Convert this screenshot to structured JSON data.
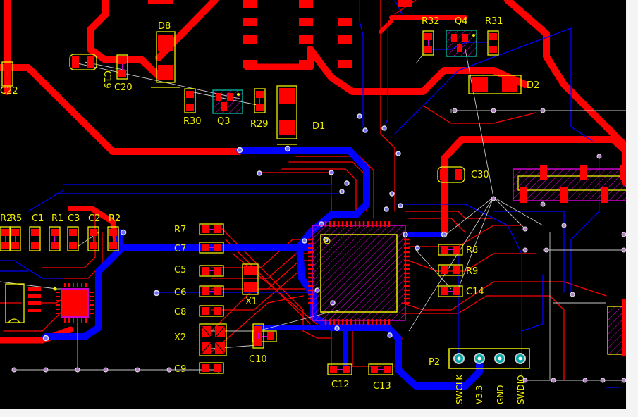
{
  "view": "pcb-layout",
  "colors": {
    "background": "#000000",
    "top_copper": "#ff0000",
    "bottom_copper": "#0000ff",
    "silkscreen": "#f0f000",
    "ratsnest": "#c8c8c8",
    "via_ring": "#d0d0d0",
    "component_body": "#cc00cc",
    "header_pad": "#00a8a8"
  },
  "designators": {
    "R2": "R2",
    "C22": "C22",
    "C19": "C19",
    "C20": "C20",
    "D8": "D8",
    "R30": "R30",
    "Q3": "Q3",
    "R29": "R29",
    "D1": "D1",
    "R32": "R32",
    "Q4": "Q4",
    "R31": "R31",
    "D2": "D2",
    "C30": "C30",
    "R5": "R5",
    "C1": "C1",
    "R1": "R1",
    "C3": "C3",
    "C2": "C2",
    "R7": "R7",
    "C7": "C7",
    "C5": "C5",
    "C6": "C6",
    "C8": "C8",
    "X1": "X1",
    "X2": "X2",
    "C9": "C9",
    "C10": "C10",
    "C12": "C12",
    "C13": "C13",
    "R8": "R8",
    "R9": "R9",
    "C14": "C14",
    "P2": "P2"
  },
  "header_pins": [
    "SWCLK",
    "V3.3",
    "GND",
    "SWDIO"
  ]
}
